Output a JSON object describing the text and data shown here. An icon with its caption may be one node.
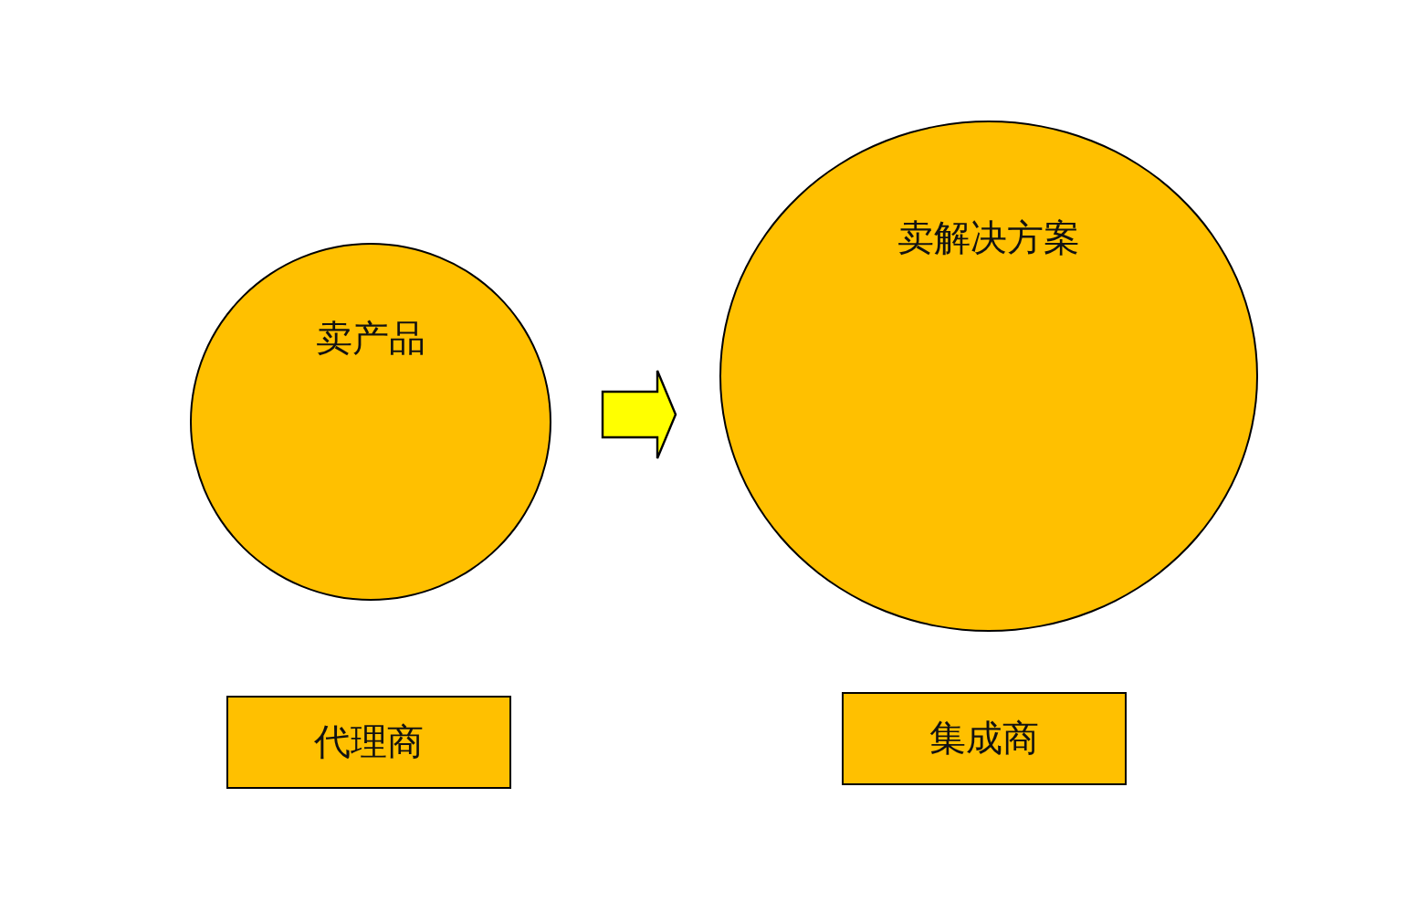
{
  "diagram": {
    "nodes": [
      {
        "text": [
          "卖产品"
        ]
      },
      {
        "text": [
          "卖解决方案"
        ]
      },
      {
        "text": [
          "代理商"
        ]
      },
      {
        "text": [
          "集成商"
        ]
      }
    ],
    "edges": [
      {
        "from": 0,
        "to": 1,
        "arrow": "to"
      }
    ]
  }
}
